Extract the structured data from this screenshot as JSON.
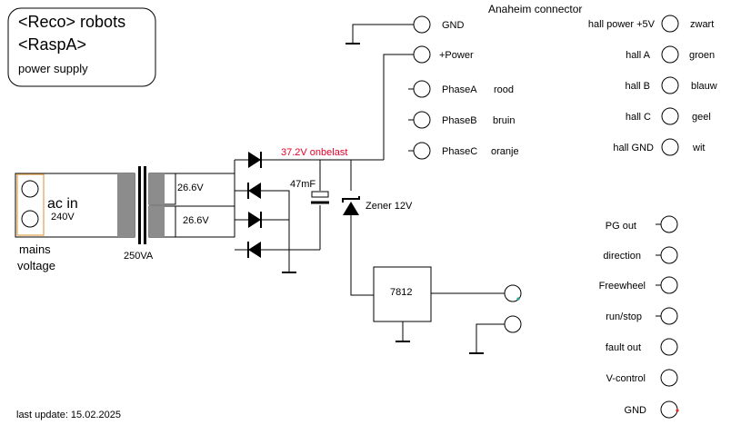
{
  "title_box": {
    "line1": "<Reco> robots",
    "line2": "<RaspA>",
    "line3": "power supply"
  },
  "connector_title": "Anaheim connector",
  "top_terminals": {
    "gnd": "GND",
    "power": "+Power"
  },
  "phases": [
    {
      "label": "PhaseA",
      "color": "rood"
    },
    {
      "label": "PhaseB",
      "color": "bruin"
    },
    {
      "label": "PhaseC",
      "color": "oranje"
    }
  ],
  "hall": [
    {
      "label": "hall power +5V",
      "color": "zwart"
    },
    {
      "label": "hall A",
      "color": "groen"
    },
    {
      "label": "hall B",
      "color": "blauw"
    },
    {
      "label": "hall C",
      "color": "geel"
    },
    {
      "label": "hall GND",
      "color": "wit"
    }
  ],
  "controls": [
    "PG out",
    "direction",
    "Freewheel",
    "run/stop",
    "fault out",
    "V-control",
    "GND"
  ],
  "mains": {
    "ac_in": "ac in",
    "voltage": "240V",
    "caption_line1": "mains",
    "caption_line2": "voltage"
  },
  "transformer": {
    "rating": "250VA",
    "secondary1": "26.6V",
    "secondary2": "26.6V"
  },
  "rail_voltage": "37.2V onbelast",
  "capacitor": "47mF",
  "zener": "Zener 12V",
  "regulator": "7812",
  "last_update": "last update: 15.02.2025",
  "colors": {
    "rail_label": "#e8002a",
    "wire": "#000000",
    "core": "#8c8c8c",
    "teal_dot": "#2aa198",
    "red_dot": "#d0302a"
  }
}
